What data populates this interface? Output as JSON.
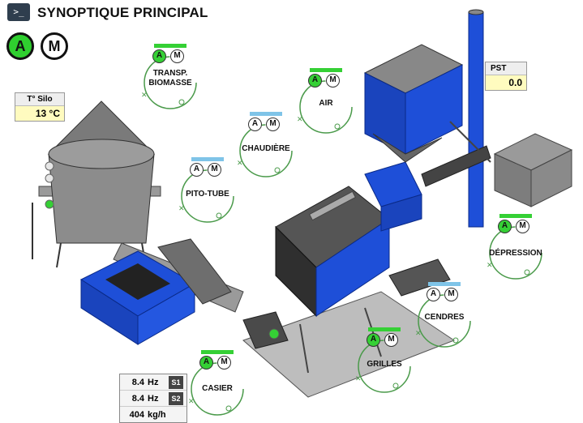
{
  "header": {
    "title": "SYNOPTIQUE PRINCIPAL",
    "terminal_icon": ">_"
  },
  "mode": {
    "auto_label": "A",
    "manual_label": "M",
    "active": "auto",
    "active_color": "#2fcf2f"
  },
  "silo_temp": {
    "label": "T° Silo",
    "value": "13 °C"
  },
  "pst": {
    "label": "PST",
    "value": "0.0"
  },
  "nodes": [
    {
      "id": "transp",
      "label": "TRANSP.\nBIOMASSE",
      "bar_color": "#35d035",
      "auto_on": true
    },
    {
      "id": "air",
      "label": "AIR",
      "bar_color": "#35d035",
      "auto_on": true
    },
    {
      "id": "chaudiere",
      "label": "CHAUDIÈRE",
      "bar_color": "#7fc4e8",
      "auto_on": false
    },
    {
      "id": "pito",
      "label": "PITO-TUBE",
      "bar_color": "#7fc4e8",
      "auto_on": false
    },
    {
      "id": "depression",
      "label": "DÉPRESSION",
      "bar_color": "#35d035",
      "auto_on": true
    },
    {
      "id": "cendres",
      "label": "CENDRES",
      "bar_color": "#7fc4e8",
      "auto_on": false
    },
    {
      "id": "grilles",
      "label": "GRILLES",
      "bar_color": "#35d035",
      "auto_on": true
    },
    {
      "id": "casier",
      "label": "CASIER",
      "bar_color": "#35d035",
      "auto_on": true
    }
  ],
  "readings": [
    {
      "value": "8.4",
      "unit": "Hz",
      "tag": "S1"
    },
    {
      "value": "8.4",
      "unit": "Hz",
      "tag": "S2"
    },
    {
      "value": "404",
      "unit": "kg/h",
      "tag": ""
    }
  ],
  "colors": {
    "equipment_blue": "#1e4fd8",
    "metal_grey": "#8a8a8a",
    "status_green": "#35d035",
    "node_ring": "#4a9a4a"
  }
}
